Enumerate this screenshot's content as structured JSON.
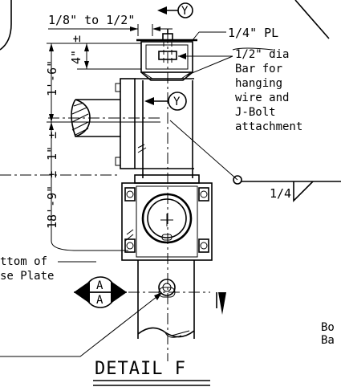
{
  "dims": {
    "top_range": "1/8\" to 1/2\"",
    "short": "4\" ±",
    "upper": "1'-6\"",
    "mid": "1\" ±",
    "overall": "18'-9\" ±"
  },
  "labels": {
    "plate": "1/4\" PL",
    "bar_line1": "1/2\" dia",
    "bar_line2": "Bar for",
    "bar_line3": "hanging",
    "bar_line4": "wire and",
    "bar_line5": "J-Bolt",
    "bar_line6": "attachment",
    "weld_size": "1/4",
    "bottom_left_line1": "ttom of",
    "bottom_left_line2": "se Plate",
    "bottom_right_line1": "Bo",
    "bottom_right_line2": "Ba"
  },
  "callouts": {
    "section_letter": "Y",
    "detail_letter": "A"
  },
  "title": "DETAIL F"
}
